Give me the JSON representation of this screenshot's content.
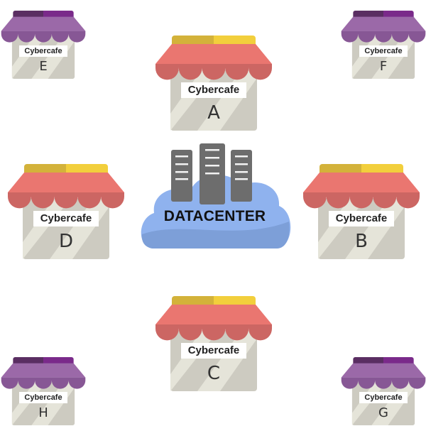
{
  "diagram": {
    "center": {
      "label": "DATACENTER",
      "icon": "cloud-server-icon"
    },
    "colors": {
      "awning_red": "#ea7670",
      "awning_red_dark": "#cc6663",
      "awning_purple": "#9b69a8",
      "awning_purple_dark": "#875795",
      "roof_yellow": "#f2cf3c",
      "roof_yellow_dark": "#d3b23a",
      "roof_purple": "#7a2a8a",
      "roof_purple_dark": "#5a2e62",
      "building": "#cdcbc1",
      "building_light": "#e8e7dc",
      "server": "#6d6d6d",
      "cloud": "#8fb2ee",
      "cloud_dark": "#7d9fd8"
    },
    "stores": [
      {
        "id": "A",
        "name": "Cybercafe",
        "letter": "A",
        "size": "large",
        "awning": "red"
      },
      {
        "id": "B",
        "name": "Cybercafe",
        "letter": "B",
        "size": "large",
        "awning": "red"
      },
      {
        "id": "C",
        "name": "Cybercafe",
        "letter": "C",
        "size": "large",
        "awning": "red"
      },
      {
        "id": "D",
        "name": "Cybercafe",
        "letter": "D",
        "size": "large",
        "awning": "red"
      },
      {
        "id": "E",
        "name": "Cybercafe",
        "letter": "E",
        "size": "small",
        "awning": "purple"
      },
      {
        "id": "F",
        "name": "Cybercafe",
        "letter": "F",
        "size": "small",
        "awning": "purple"
      },
      {
        "id": "G",
        "name": "Cybercafe",
        "letter": "G",
        "size": "small",
        "awning": "purple"
      },
      {
        "id": "H",
        "name": "Cybercafe",
        "letter": "H",
        "size": "small",
        "awning": "purple"
      }
    ]
  }
}
